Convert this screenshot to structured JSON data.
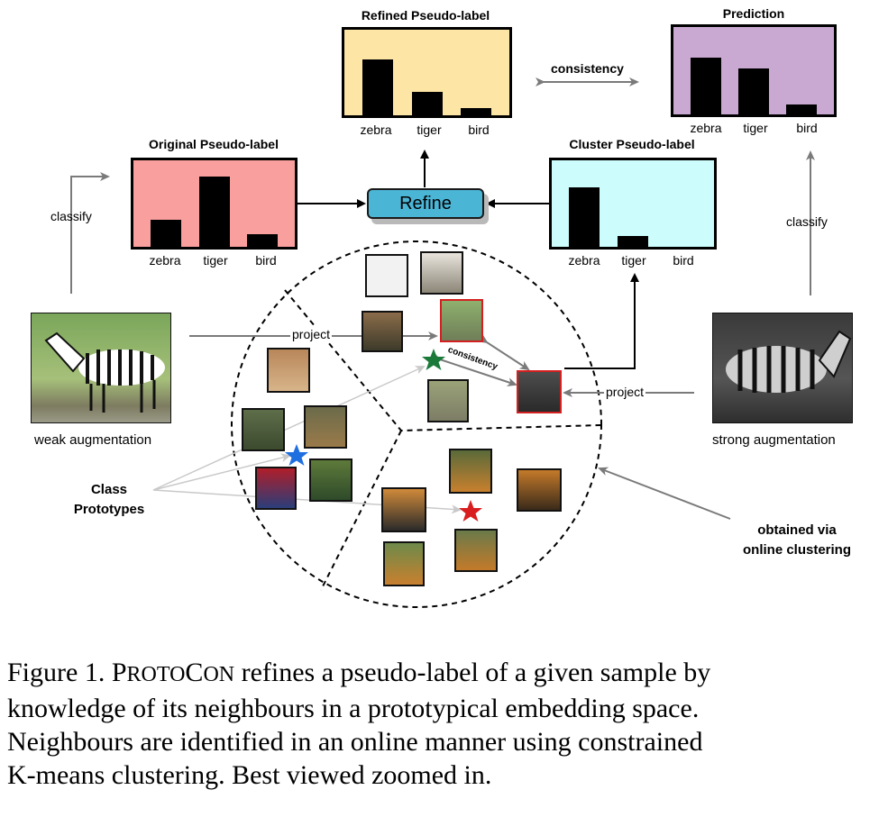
{
  "panels": {
    "refined": {
      "title": "Refined Pseudo-label",
      "color": "#fde5a5",
      "labels": [
        "zebra",
        "tiger",
        "bird"
      ],
      "values": [
        0.8,
        0.34,
        0.1
      ]
    },
    "prediction": {
      "title": "Prediction",
      "color": "#c9a9d2",
      "labels": [
        "zebra",
        "tiger",
        "bird"
      ],
      "values": [
        0.8,
        0.65,
        0.14
      ]
    },
    "original": {
      "title": "Original Pseudo-label",
      "color": "#f9a09e",
      "labels": [
        "zebra",
        "tiger",
        "bird"
      ],
      "values": [
        0.38,
        1.0,
        0.18
      ]
    },
    "cluster": {
      "title": "Cluster Pseudo-label",
      "color": "#ccfcfc",
      "labels": [
        "zebra",
        "tiger",
        "bird"
      ],
      "values": [
        0.85,
        0.15,
        0.0
      ]
    }
  },
  "labels": {
    "consistency_top": "consistency",
    "classify_left": "classify",
    "classify_right": "classify",
    "refine": "Refine",
    "project_left": "project",
    "project_right": "project",
    "consistency_mid": "consistency",
    "weak": "weak augmentation",
    "strong": "strong augmentation",
    "class_prototypes_1": "Class",
    "class_prototypes_2": "Prototypes",
    "online_1": "obtained via",
    "online_2": "online clustering"
  },
  "caption": {
    "fig": "Figure 1.",
    "name_p": "P",
    "name_roto": "ROTO",
    "name_c": "C",
    "name_on": "ON",
    "line1_rest": " refines a pseudo-label of a given sample by",
    "line2": "knowledge of its neighbours in a prototypical embedding space.",
    "line3": "Neighbours are identified in an online manner using constrained",
    "line4": "K-means clustering. Best viewed zoomed in."
  },
  "colors": {
    "star_green": "#1b7a3a",
    "star_blue": "#1f6fe0",
    "star_red": "#d81e1e",
    "thumb_highlight": "#d32020"
  },
  "icons": [
    "zebra-photo",
    "tiger-photo",
    "bird-photo"
  ]
}
